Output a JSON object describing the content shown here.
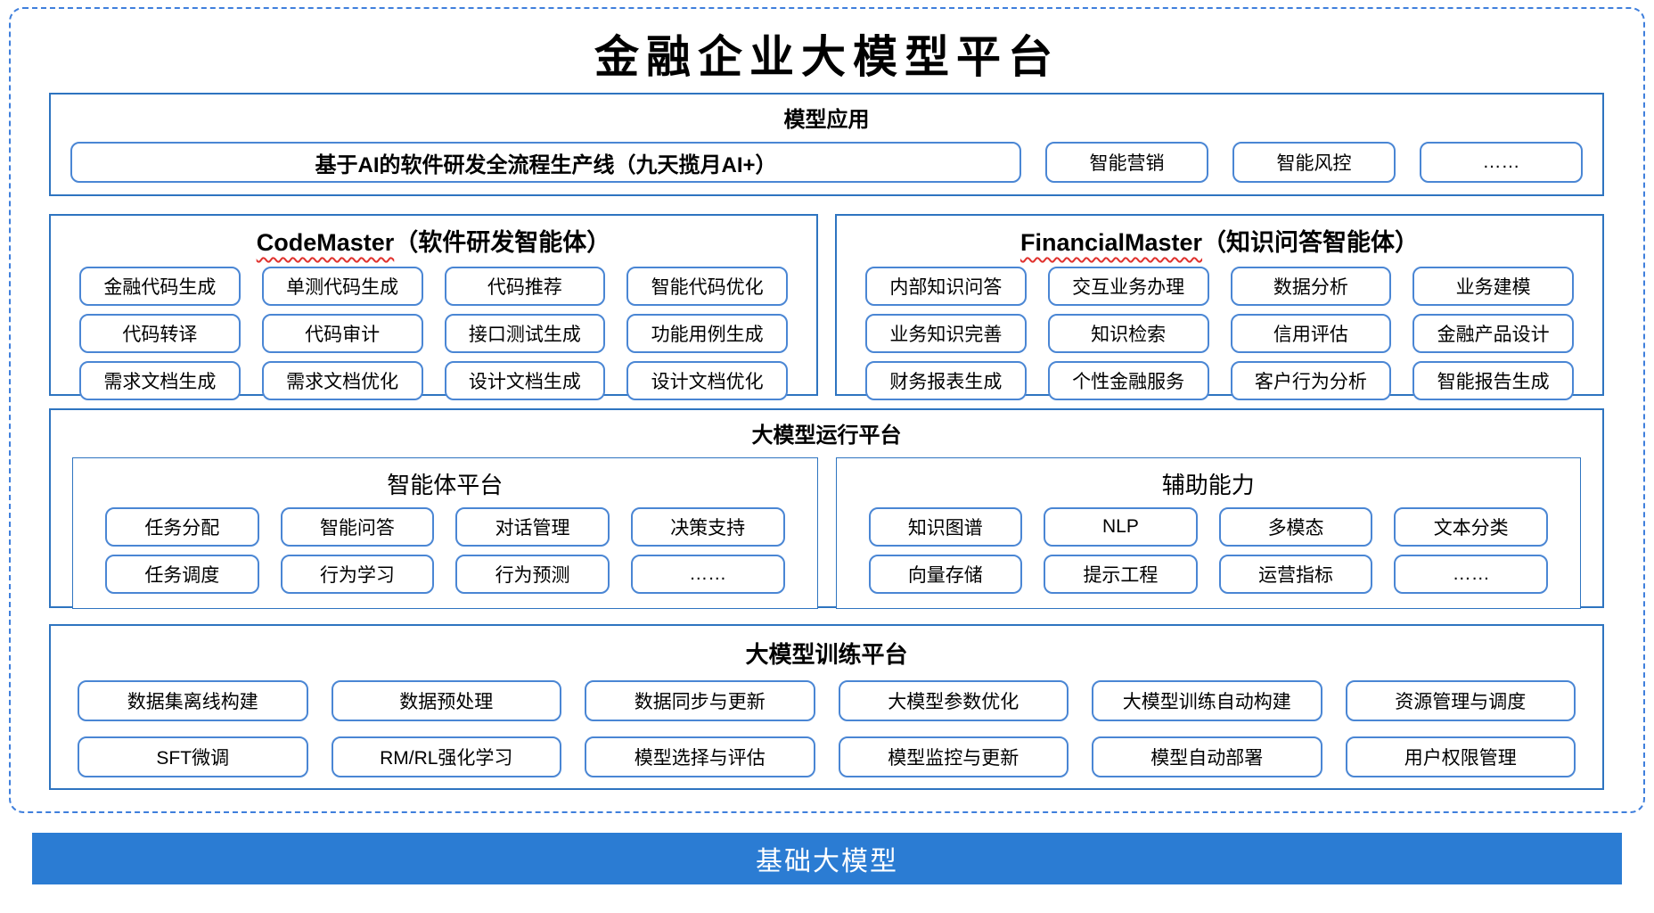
{
  "title": "金融企业大模型平台",
  "model_app": {
    "header": "模型应用",
    "main_pill": "基于AI的软件研发全流程生产线（九天揽月AI+）",
    "pills": [
      "智能营销",
      "智能风控",
      "……"
    ]
  },
  "code_master": {
    "name": "CodeMaster",
    "suffix": "（软件研发智能体）",
    "pills": [
      "金融代码生成",
      "单测代码生成",
      "代码推荐",
      "智能代码优化",
      "代码转译",
      "代码审计",
      "接口测试生成",
      "功能用例生成",
      "需求文档生成",
      "需求文档优化",
      "设计文档生成",
      "设计文档优化"
    ]
  },
  "financial_master": {
    "name": "FinancialMaster",
    "suffix": "（知识问答智能体）",
    "pills": [
      "内部知识问答",
      "交互业务办理",
      "数据分析",
      "业务建模",
      "业务知识完善",
      "知识检索",
      "信用评估",
      "金融产品设计",
      "财务报表生成",
      "个性金融服务",
      "客户行为分析",
      "智能报告生成"
    ]
  },
  "runtime_platform": {
    "header": "大模型运行平台",
    "agent_platform": {
      "header": "智能体平台",
      "pills": [
        "任务分配",
        "智能问答",
        "对话管理",
        "决策支持",
        "任务调度",
        "行为学习",
        "行为预测",
        "……"
      ]
    },
    "auxiliary": {
      "header": "辅助能力",
      "pills": [
        "知识图谱",
        "NLP",
        "多模态",
        "文本分类",
        "向量存储",
        "提示工程",
        "运营指标",
        "……"
      ]
    }
  },
  "training_platform": {
    "header": "大模型训练平台",
    "pills": [
      "数据集离线构建",
      "数据预处理",
      "数据同步与更新",
      "大模型参数优化",
      "大模型训练自动构建",
      "资源管理与调度",
      "SFT微调",
      "RM/RL强化学习",
      "模型选择与评估",
      "模型监控与更新",
      "模型自动部署",
      "用户权限管理"
    ]
  },
  "foundation_bar": {
    "label": "基础大模型"
  },
  "colors": {
    "section_border": "#2E74C0",
    "pill_border": "#4A86D4",
    "dashed_border": "#3F7FDC",
    "foundation_bar_bg": "#2B7CD3",
    "wavy_underline": "#E0312D",
    "foundation_bar_text": "#FFFFFF"
  }
}
